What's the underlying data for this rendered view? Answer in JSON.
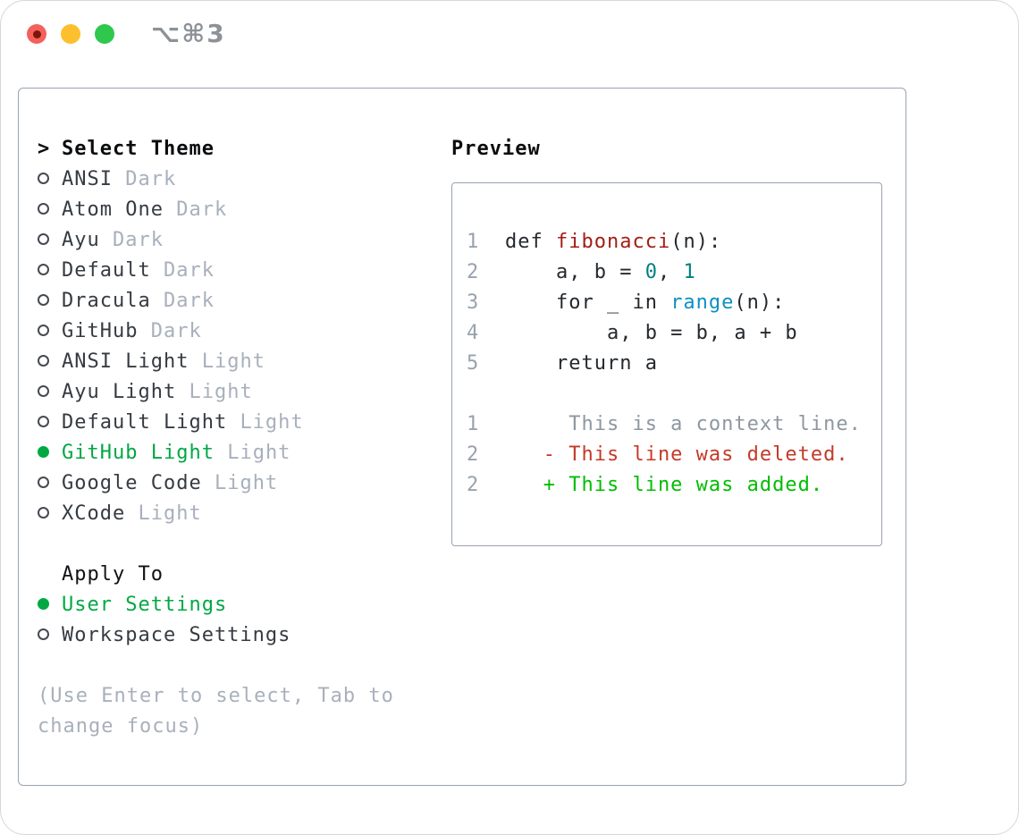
{
  "window": {
    "title": "⌥⌘3"
  },
  "theme_panel": {
    "header_marker": ">",
    "header": "Select Theme",
    "items": [
      {
        "name": "ANSI",
        "tag": "Dark",
        "selected": false
      },
      {
        "name": "Atom One",
        "tag": "Dark",
        "selected": false
      },
      {
        "name": "Ayu",
        "tag": "Dark",
        "selected": false
      },
      {
        "name": "Default",
        "tag": "Dark",
        "selected": false
      },
      {
        "name": "Dracula",
        "tag": "Dark",
        "selected": false
      },
      {
        "name": "GitHub",
        "tag": "Dark",
        "selected": false
      },
      {
        "name": "ANSI Light",
        "tag": "Light",
        "selected": false
      },
      {
        "name": "Ayu Light",
        "tag": "Light",
        "selected": false
      },
      {
        "name": "Default Light",
        "tag": "Light",
        "selected": false
      },
      {
        "name": "GitHub Light",
        "tag": "Light",
        "selected": true
      },
      {
        "name": "Google Code",
        "tag": "Light",
        "selected": false
      },
      {
        "name": "XCode",
        "tag": "Light",
        "selected": false
      }
    ],
    "apply_header": "Apply To",
    "apply_items": [
      {
        "name": "User Settings",
        "selected": true
      },
      {
        "name": "Workspace Settings",
        "selected": false
      }
    ],
    "help": "(Use Enter to select, Tab to change focus)"
  },
  "preview": {
    "header": "Preview",
    "lines": [
      {
        "num": "1",
        "parts": [
          [
            "plain",
            "def "
          ],
          [
            "fn",
            "fibonacci"
          ],
          [
            "plain",
            "(n):"
          ]
        ]
      },
      {
        "num": "2",
        "parts": [
          [
            "plain",
            "    a, b = "
          ],
          [
            "number",
            "0"
          ],
          [
            "plain",
            ", "
          ],
          [
            "number",
            "1"
          ]
        ]
      },
      {
        "num": "3",
        "parts": [
          [
            "plain",
            "    for _ in "
          ],
          [
            "builtin",
            "range"
          ],
          [
            "plain",
            "(n):"
          ]
        ]
      },
      {
        "num": "4",
        "parts": [
          [
            "plain",
            "        a, b = b, a + b"
          ]
        ]
      },
      {
        "num": "5",
        "parts": [
          [
            "plain",
            "    return a"
          ]
        ]
      },
      {
        "num": "",
        "parts": []
      },
      {
        "num": "1",
        "parts": [
          [
            "context",
            "     This is a context line."
          ]
        ]
      },
      {
        "num": "2",
        "parts": [
          [
            "deleted",
            "   - This line was deleted."
          ]
        ]
      },
      {
        "num": "2",
        "parts": [
          [
            "added",
            "   + This line was added."
          ]
        ]
      }
    ]
  },
  "colors": {
    "accent-green": "#00a843",
    "added-green": "#00bd00",
    "deleted-red": "#c43a28",
    "function-red": "#a31e16",
    "number-teal": "#008080",
    "builtin-blue": "#0d8fc2",
    "traffic-red": "#f4615a",
    "traffic-red-dot": "#7c150c",
    "traffic-yellow": "#fcc02e",
    "traffic-green": "#2fc84d",
    "border-gray": "#9aa3ad",
    "muted-gray": "#a8b0bc",
    "text-dark": "#363b42"
  }
}
